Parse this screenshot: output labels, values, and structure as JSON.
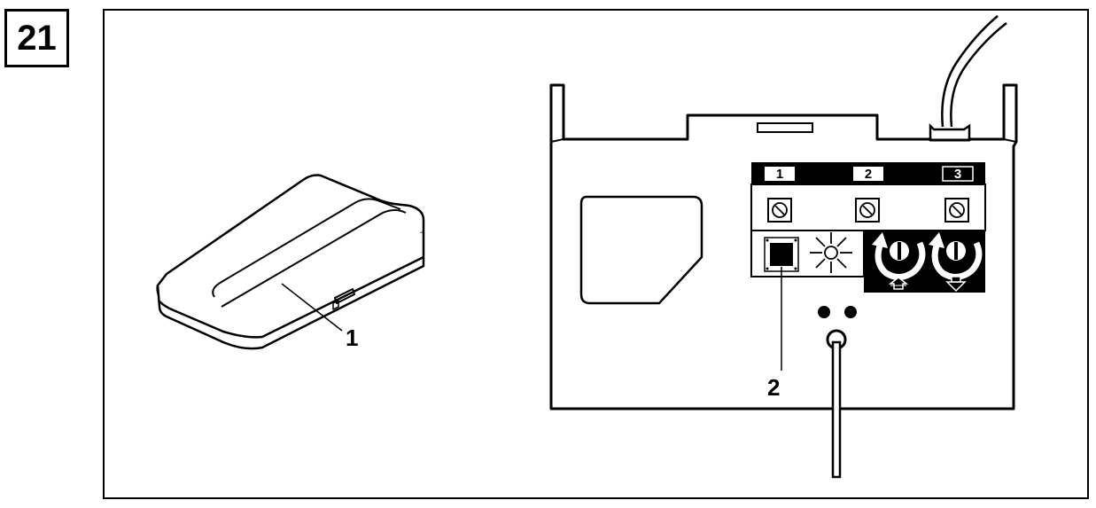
{
  "figure": {
    "number": "21"
  },
  "callouts": {
    "battery": "1",
    "button": "2"
  },
  "panel": {
    "channels": [
      "1",
      "2",
      "3"
    ]
  },
  "icons": {
    "battery": "battery-pack-icon",
    "receiver": "receiver-unit-icon",
    "sensor": "light-sensor-icon",
    "up": "limit-up-adjust-icon",
    "down": "limit-down-adjust-icon"
  }
}
